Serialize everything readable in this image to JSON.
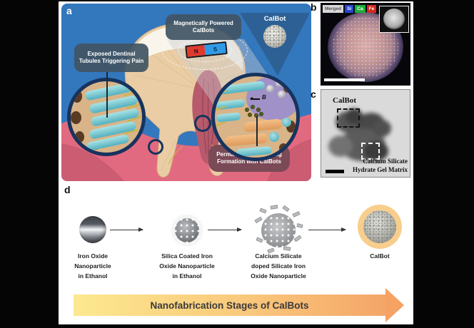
{
  "figure": {
    "panels": {
      "a": {
        "label": "a",
        "callouts": {
          "magnetic": "Magnetically Powered CalBots",
          "calbot": "CalBot",
          "exposed": "Exposed Dentinal Tubules Triggering Pain",
          "sealing": "Permanent Sealing Plug Formation with CalBots"
        },
        "magnet": {
          "north": "N",
          "south": "S"
        },
        "field_label": "B",
        "colors": {
          "background": "#3377BD",
          "gum": "#E26A80",
          "callout_box": "#42556­4",
          "sealing_box": "#7B4A57",
          "funnel": "#2D6095",
          "magnet_north": "#E03A2E",
          "magnet_south": "#2E9BE8",
          "inset_border": "#17335E"
        }
      },
      "b": {
        "label": "b",
        "badges": [
          {
            "text": "Merged",
            "bg": "#D8D8D8"
          },
          {
            "text": "Si",
            "bg": "#2745CF"
          },
          {
            "text": "Ca",
            "bg": "#1FAE3A"
          },
          {
            "text": "Fe",
            "bg": "#D3281F"
          }
        ]
      },
      "c": {
        "label": "c",
        "annotations": {
          "calbot": "CalBot",
          "matrix_line1": "Calcium Silicate",
          "matrix_line2": "Hydrate Gel Matrix"
        }
      },
      "d": {
        "label": "d",
        "stages": [
          {
            "caption_lines": [
              "Iron Oxide",
              "Nanoparticle",
              "in Ethanol"
            ]
          },
          {
            "caption_lines": [
              "Silica Coated Iron",
              "Oxide Nanoparticle",
              "in Ethanol"
            ]
          },
          {
            "caption_lines": [
              "Calcium Silicate",
              "doped Silicate Iron",
              "Oxide Nanoparticle"
            ]
          },
          {
            "caption_lines": [
              "CalBot"
            ]
          }
        ],
        "banner": "Nanofabrication Stages of CalBots",
        "banner_colors": {
          "start": "#FCE98F",
          "end": "#F4A668"
        }
      }
    }
  }
}
